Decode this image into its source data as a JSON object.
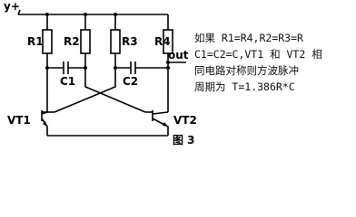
{
  "circuit": {
    "supply_label": "y+",
    "output_label": "out",
    "resistors": [
      "R1",
      "R2",
      "R3",
      "R4"
    ],
    "capacitors": [
      "C1",
      "C2"
    ],
    "transistors": [
      "VT1",
      "VT2"
    ]
  },
  "note_lines": [
    "如果 R1=R4,R2=R3=R",
    "C1=C2=C,VT1 和 VT2 相",
    "同电路对称则方波脉冲",
    "周期为 T=1.386R*C"
  ],
  "caption": "图 3"
}
